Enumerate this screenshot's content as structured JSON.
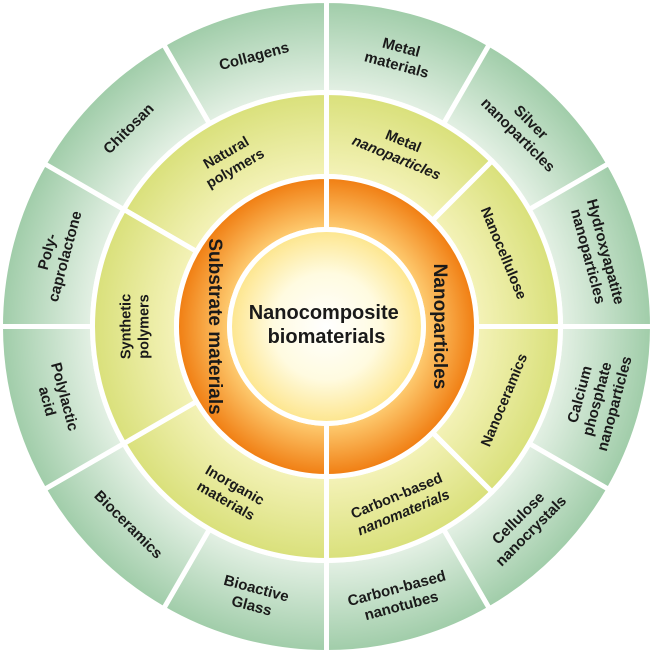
{
  "center": {
    "line1": "Nanocomposite",
    "line2": "biomaterials"
  },
  "inner": {
    "left": "Substrate materials",
    "right": "Nanoparticles"
  },
  "middle": [
    {
      "lines": [
        "Natural",
        "polymers"
      ]
    },
    {
      "lines": [
        "Metal",
        "nanoparticles"
      ],
      "italic_line": 1
    },
    {
      "lines": [
        "Nanocellulose"
      ]
    },
    {
      "lines": [
        "Nanoceramics"
      ]
    },
    {
      "lines": [
        "Carbon-based",
        "nanomaterials"
      ],
      "italic_line": 1
    },
    {
      "lines": [
        "Inorganic",
        "materials"
      ]
    },
    {
      "lines": [
        "Synthetic",
        "polymers"
      ]
    }
  ],
  "outer": [
    {
      "lines": [
        "Collagens"
      ]
    },
    {
      "lines": [
        "Metal",
        "materials"
      ]
    },
    {
      "lines": [
        "Silver",
        "nanoparticles"
      ]
    },
    {
      "lines": [
        "Hydroxyapatite",
        "nanoparticles"
      ]
    },
    {
      "lines": [
        "Calcium",
        "phosphate",
        "nanoparticles"
      ]
    },
    {
      "lines": [
        "Cellulose",
        "nanocrystals"
      ]
    },
    {
      "lines": [
        "Carbon-based",
        "nanotubes"
      ]
    },
    {
      "lines": [
        "Bioactive",
        "Glass"
      ]
    },
    {
      "lines": [
        "Bioceramics"
      ]
    },
    {
      "lines": [
        "Polylactic",
        "acid"
      ]
    },
    {
      "lines": [
        "Poly-",
        "caprolactone"
      ]
    },
    {
      "lines": [
        "Chitosan"
      ]
    }
  ],
  "colors": {
    "outer_light": "#f2f8f1",
    "outer_dark": "#9fcca8",
    "middle_light": "#fbf7c8",
    "middle_dark": "#d9e07a",
    "inner_light": "#ffd37a",
    "inner_dark": "#f07c10",
    "core_light": "#ffffff",
    "core_dark": "#fde58c",
    "separator": "#ffffff"
  }
}
